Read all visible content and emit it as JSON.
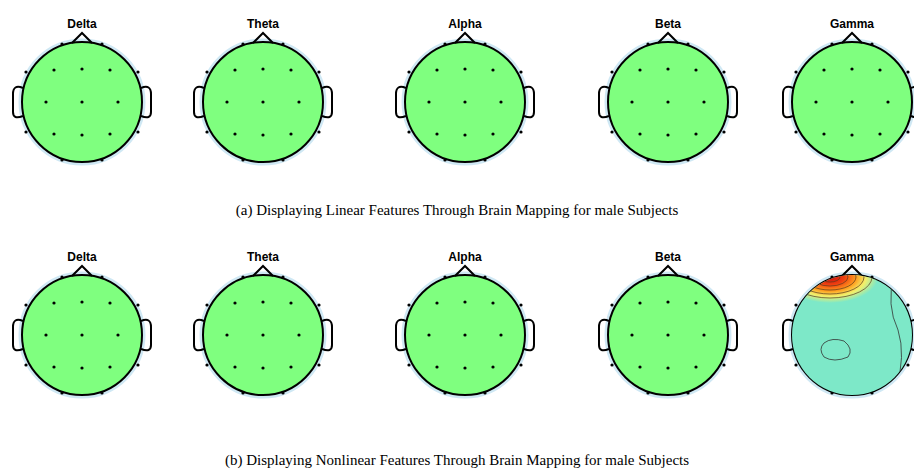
{
  "diagram": {
    "nodes": [
      {
        "text": [
          "Delta"
        ]
      },
      {
        "text": [
          "Theta"
        ]
      },
      {
        "text": [
          "Alpha"
        ]
      },
      {
        "text": [
          "Beta"
        ]
      },
      {
        "text": [
          "Gamma"
        ]
      },
      {
        "text": [
          "Delta"
        ]
      },
      {
        "text": [
          "Theta"
        ]
      },
      {
        "text": [
          "Alpha"
        ]
      },
      {
        "text": [
          "Beta"
        ]
      },
      {
        "text": [
          "Gamma"
        ]
      }
    ],
    "labels": [
      "(a) Displaying Linear Features Through Brain Mapping for male Subjects",
      "(b) Displaying Nonlinear Features Through Brain Mapping for male Subjects"
    ]
  }
}
